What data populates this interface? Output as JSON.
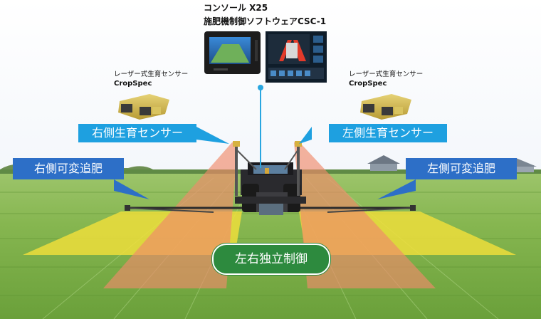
{
  "console": {
    "line1": "コンソール X25",
    "line2": "施肥機制御ソフトウェアCSC-1"
  },
  "sensor_left_caption": {
    "line1": "レーザー式生育センサー",
    "line2": "CropSpec"
  },
  "sensor_right_caption": {
    "line1": "レーザー式生育センサー",
    "line2": "CropSpec"
  },
  "labels": {
    "right_sensor": "右側生育センサー",
    "left_sensor": "左側生育センサー",
    "right_boom": "右側可変追肥",
    "left_boom": "左側可変追肥",
    "independent_control": "左右独立制御"
  },
  "colors": {
    "sensor_label_bg": "#1ea0e0",
    "boom_label_bg": "#2d6fc7",
    "control_pill_bg": "#2d8a3e",
    "sensor_beam": "#f08a6a",
    "fertilizer_zone": "#f2df3a",
    "connector_line": "#29a6e0"
  }
}
